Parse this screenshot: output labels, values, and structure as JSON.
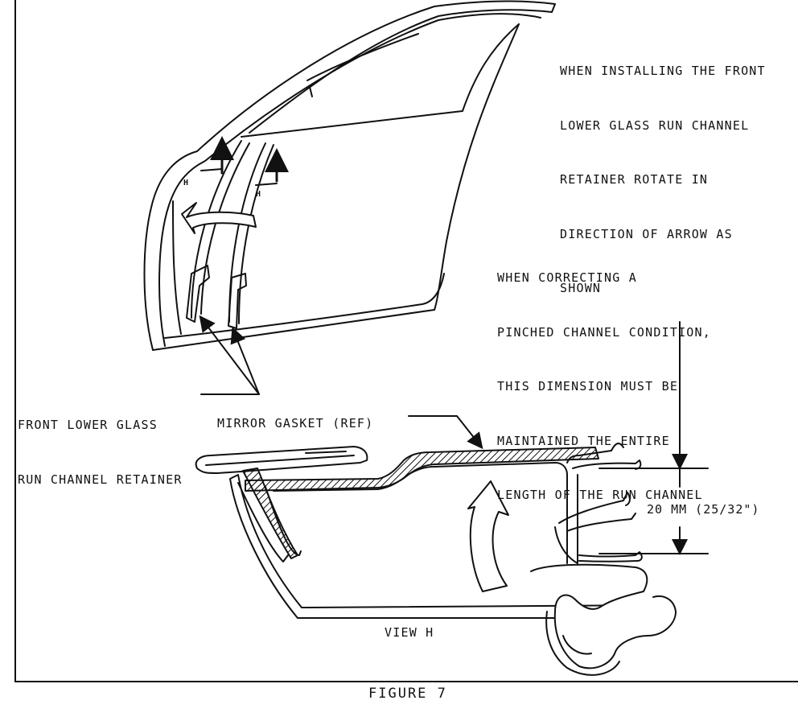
{
  "notes": {
    "install": [
      "WHEN INSTALLING THE FRONT",
      "LOWER GLASS RUN CHANNEL",
      "RETAINER ROTATE IN",
      "DIRECTION OF ARROW AS",
      "SHOWN"
    ],
    "pinched": [
      "WHEN CORRECTING A",
      "PINCHED CHANNEL CONDITION,",
      "THIS DIMENSION MUST BE",
      "MAINTAINED THE ENTIRE",
      "LENGTH OF THE RUN CHANNEL"
    ],
    "retainer": [
      "FRONT LOWER GLASS",
      "RUN CHANNEL RETAINER"
    ]
  },
  "labels": {
    "mirror_gasket": "MIRROR GASKET (REF)",
    "dimension": "20 mm (25/32\")",
    "view": "VIEW H",
    "section_marker": "H"
  },
  "caption": "FIGURE 7"
}
